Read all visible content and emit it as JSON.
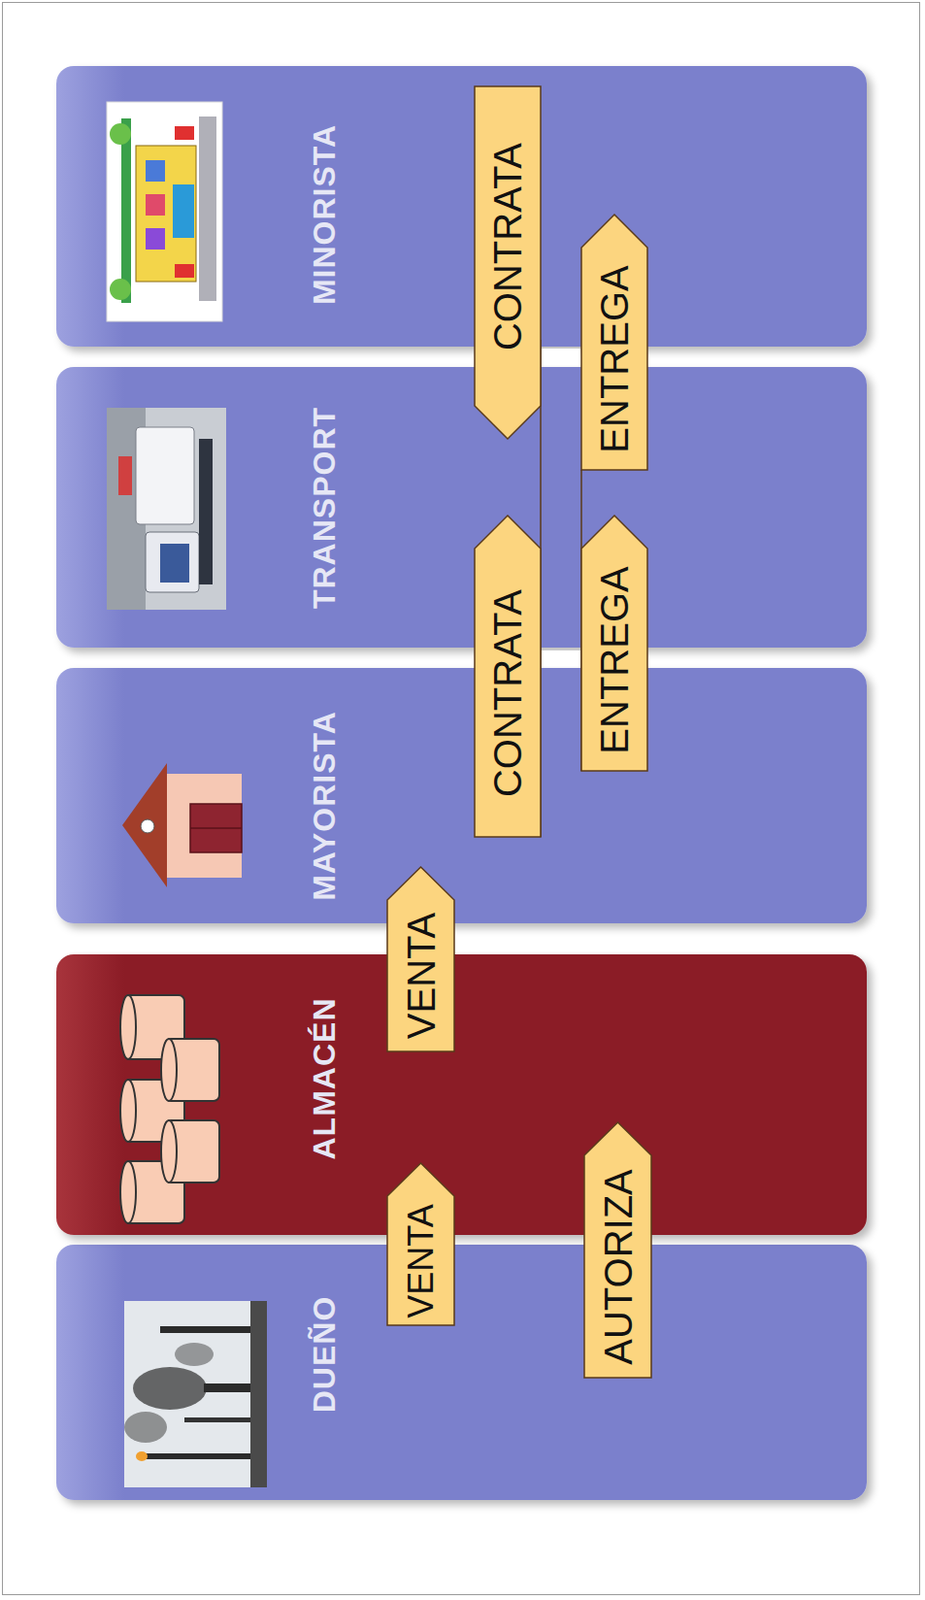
{
  "diagram": {
    "nodes": [
      {
        "text": [
          "DUEÑO"
        ]
      },
      {
        "text": [
          "ALMACÉN"
        ]
      },
      {
        "text": [
          "MAYORISTA"
        ]
      },
      {
        "text": [
          "TRANSPORT"
        ]
      },
      {
        "text": [
          "MINORISTA"
        ]
      }
    ],
    "edges": [
      {
        "from": 0,
        "to": 1,
        "label": "VENTA",
        "arrow": "to"
      },
      {
        "from": 0,
        "to": 1,
        "label": "AUTORIZA",
        "arrow": "to"
      },
      {
        "from": 1,
        "to": 2,
        "label": "VENTA",
        "arrow": "to"
      },
      {
        "from": 2,
        "to": 3,
        "label": "CONTRATA",
        "arrow": "to"
      },
      {
        "from": 2,
        "to": 3,
        "label": "ENTREGA",
        "arrow": "to"
      },
      {
        "from": 4,
        "to": 3,
        "label": "CONTRATA",
        "arrow": "to"
      },
      {
        "from": 3,
        "to": 4,
        "label": "ENTREGA",
        "arrow": "to"
      }
    ]
  }
}
